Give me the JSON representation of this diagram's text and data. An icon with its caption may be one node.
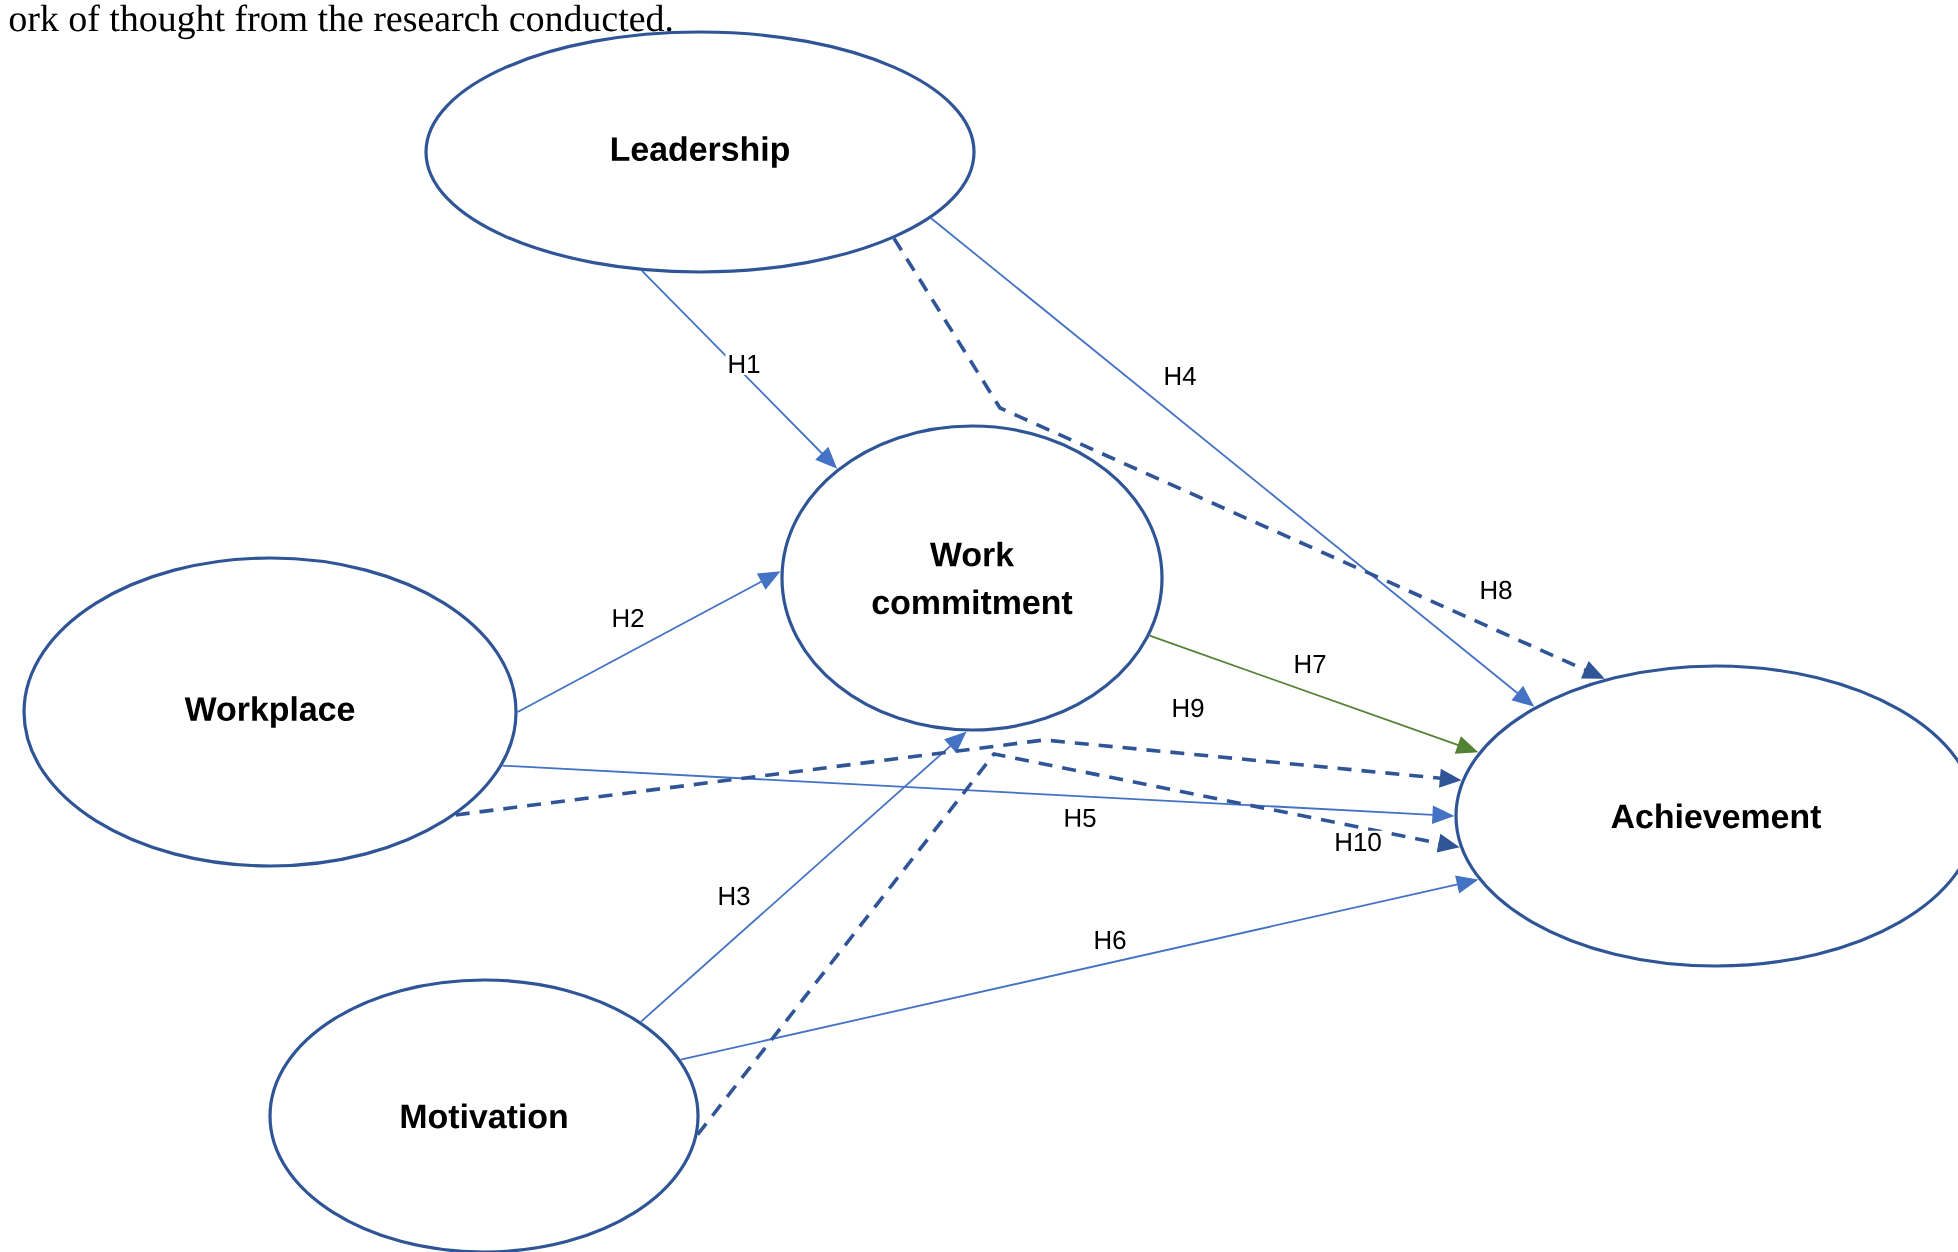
{
  "diagram": {
    "nodes": [
      {
        "text": [
          "Leadership"
        ]
      },
      {
        "text": [
          "Work commitment"
        ]
      },
      {
        "text": [
          "Workplace"
        ]
      },
      {
        "text": [
          "Motivation"
        ]
      },
      {
        "text": [
          "Achievement"
        ]
      }
    ],
    "edges": [
      {
        "from": 0,
        "to": 1,
        "arrow": "to",
        "label": "H1"
      },
      {
        "from": 2,
        "to": 1,
        "arrow": "to",
        "label": "H2"
      },
      {
        "from": 3,
        "to": 1,
        "arrow": "to",
        "label": "H3"
      },
      {
        "from": 0,
        "to": 4,
        "arrow": "to",
        "label": "H4"
      },
      {
        "from": 2,
        "to": 4,
        "arrow": "to",
        "label": "H5"
      },
      {
        "from": 3,
        "to": 4,
        "arrow": "to",
        "label": "H6"
      },
      {
        "from": 1,
        "to": 4,
        "arrow": "to",
        "label": "H7",
        "color": "#548235"
      },
      {
        "from": 0,
        "to": 4,
        "arrow": "to",
        "label": "H8",
        "style": "dashed",
        "color": "#2f5597"
      },
      {
        "from": 2,
        "to": 4,
        "arrow": "to",
        "label": "H9",
        "style": "dashed",
        "color": "#2f5597"
      },
      {
        "from": 3,
        "to": 4,
        "arrow": "to",
        "label": "H10",
        "style": "dashed",
        "color": "#2f5597"
      }
    ],
    "labels": [
      "ork of thought from the research conducted."
    ]
  }
}
